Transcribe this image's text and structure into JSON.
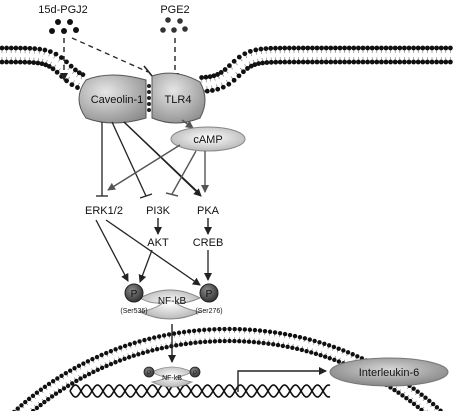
{
  "ligands": {
    "ligand_a": "15d-PGJ2",
    "ligand_b": "PGE2"
  },
  "receptors": {
    "caveolin": "Caveolin-1",
    "tlr": "TLR4"
  },
  "second_messenger": "cAMP",
  "kinases": {
    "erk": "ERK1/2",
    "pi3k": "PI3K",
    "pka": "PKA",
    "akt": "AKT",
    "creb": "CREB"
  },
  "transcription_factor": {
    "name": "NF-kB",
    "nuclear_name": "NF-kB",
    "phospho_symbol": "P",
    "site_left": "(Ser536)",
    "site_right": "(Ser276)"
  },
  "output": "Interleukin-6",
  "colors": {
    "membrane_head": "#111111",
    "receptor_fill": "#bdbdbd",
    "phospho_fill": "#4a4a4a",
    "arrow": "#222222",
    "output_fill": "#9e9e9e"
  }
}
